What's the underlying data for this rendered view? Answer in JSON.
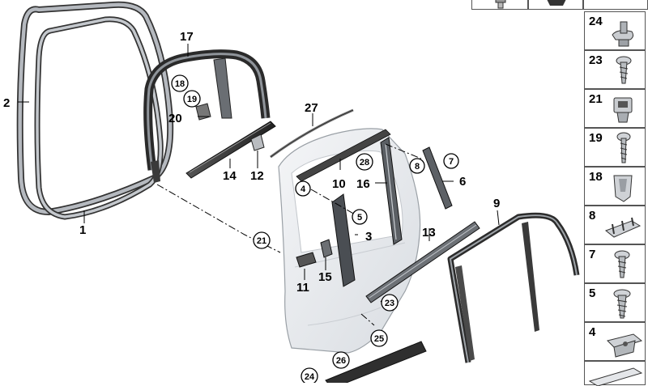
{
  "main_callouts": [
    {
      "id": "c1",
      "text": "1"
    },
    {
      "id": "c2",
      "text": "2"
    },
    {
      "id": "c3",
      "text": "3"
    },
    {
      "id": "c6",
      "text": "6"
    },
    {
      "id": "c9",
      "text": "9"
    },
    {
      "id": "c10",
      "text": "10"
    },
    {
      "id": "c11",
      "text": "11"
    },
    {
      "id": "c12",
      "text": "12"
    },
    {
      "id": "c13",
      "text": "13"
    },
    {
      "id": "c14",
      "text": "14"
    },
    {
      "id": "c15",
      "text": "15"
    },
    {
      "id": "c16",
      "text": "16"
    },
    {
      "id": "c17",
      "text": "17"
    },
    {
      "id": "c20",
      "text": "20"
    },
    {
      "id": "c27",
      "text": "27"
    }
  ],
  "circled_callouts": [
    {
      "id": "o4",
      "text": "4"
    },
    {
      "id": "o5",
      "text": "5"
    },
    {
      "id": "o7",
      "text": "7"
    },
    {
      "id": "o8",
      "text": "8"
    },
    {
      "id": "o18",
      "text": "18"
    },
    {
      "id": "o19",
      "text": "19"
    },
    {
      "id": "o21",
      "text": "21"
    },
    {
      "id": "o23",
      "text": "23"
    },
    {
      "id": "o24",
      "text": "24"
    },
    {
      "id": "o25",
      "text": "25"
    },
    {
      "id": "o26",
      "text": "26"
    },
    {
      "id": "o28",
      "text": "28"
    }
  ],
  "parts_panel": [
    {
      "number": "24",
      "icon": "clip-nut-icon"
    },
    {
      "number": "23",
      "icon": "screw-icon"
    },
    {
      "number": "21",
      "icon": "expanding-nut-icon"
    },
    {
      "number": "19",
      "icon": "screw-icon"
    },
    {
      "number": "18",
      "icon": "clip-icon"
    },
    {
      "number": "8",
      "icon": "bracket-clip-icon"
    },
    {
      "number": "7",
      "icon": "screw-icon"
    },
    {
      "number": "5",
      "icon": "screw-icon"
    },
    {
      "number": "4",
      "icon": "clip-nut-icon"
    }
  ]
}
